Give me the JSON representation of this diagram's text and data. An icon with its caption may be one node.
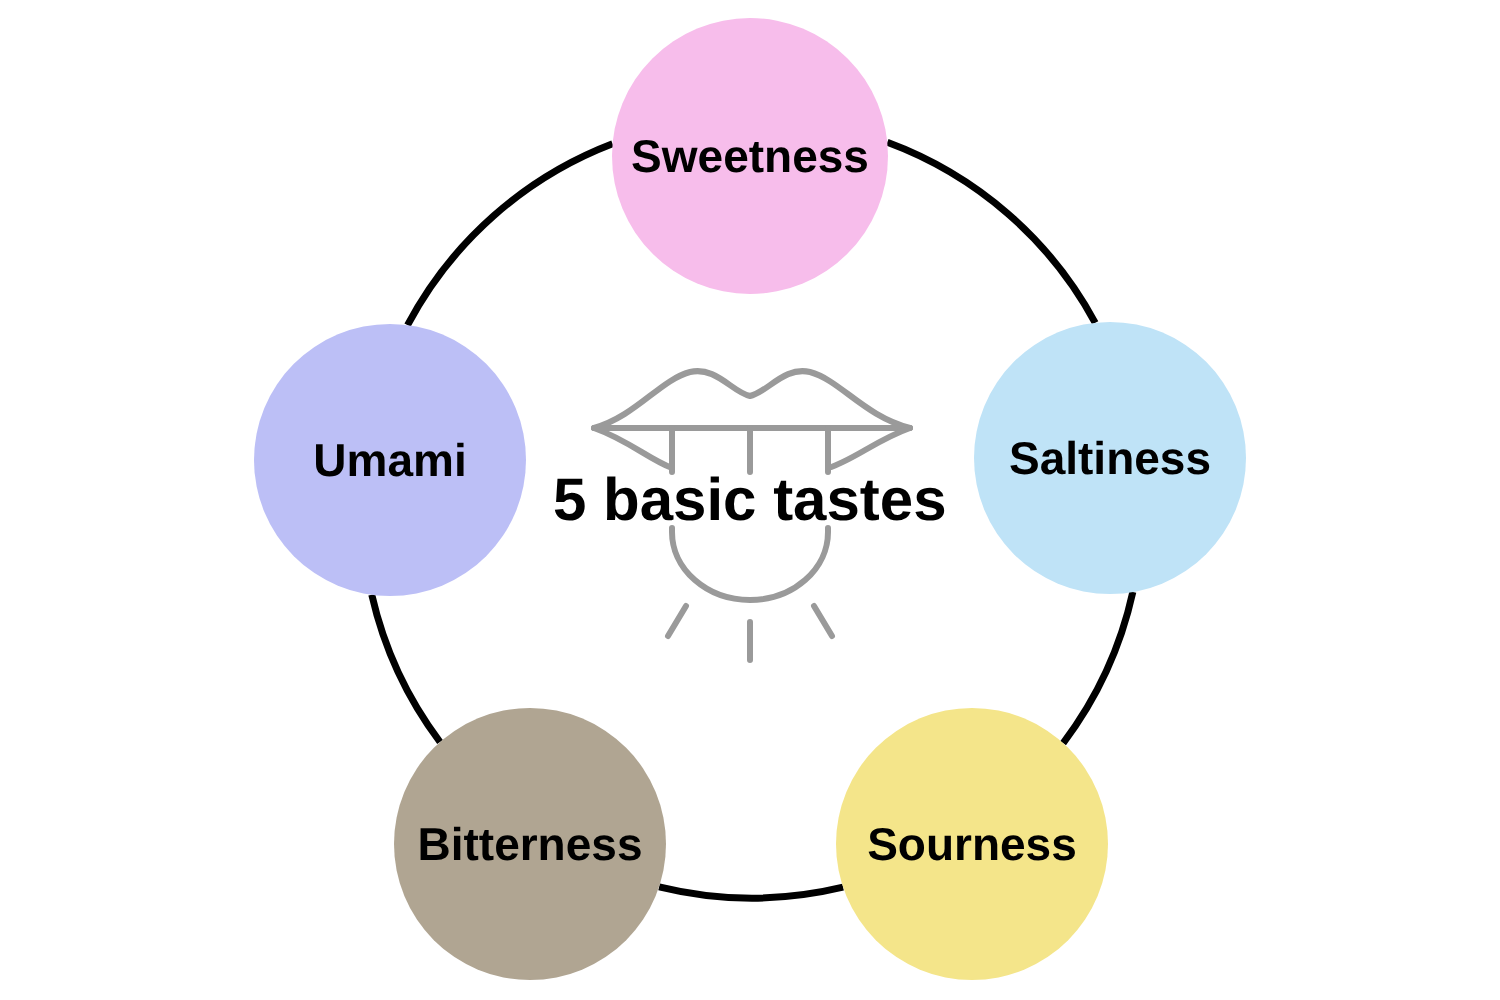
{
  "diagram": {
    "nodes": [
      {
        "text": [
          "Sweetness"
        ]
      },
      {
        "text": [
          "Umami"
        ]
      },
      {
        "text": [
          "Saltiness"
        ]
      },
      {
        "text": [
          "Bitterness"
        ]
      },
      {
        "text": [
          "Sourness"
        ]
      }
    ],
    "edges": [
      {
        "from": 0,
        "to": 2,
        "arrow": "none"
      },
      {
        "from": 2,
        "to": 4,
        "arrow": "none"
      },
      {
        "from": 4,
        "to": 3,
        "arrow": "none"
      },
      {
        "from": 3,
        "to": 1,
        "arrow": "none"
      },
      {
        "from": 1,
        "to": 0,
        "arrow": "none"
      }
    ],
    "labels": [
      "5 basic tastes"
    ]
  }
}
